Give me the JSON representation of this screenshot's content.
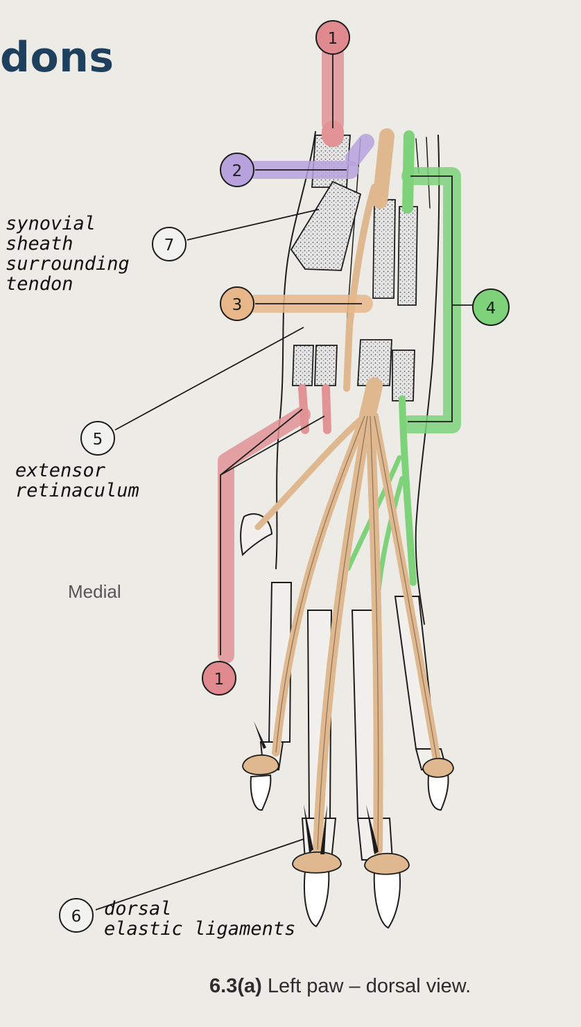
{
  "heading": "dons",
  "annotations": {
    "synovial": "synovial\nsheath\nsurrounding\ntendon",
    "extensor": "extensor\nretinaculum",
    "dorsal": "dorsal\nelastic ligaments"
  },
  "side_label": "Medial",
  "caption": {
    "figure_number": "6.3(a)",
    "text": " Left paw – dorsal view."
  },
  "callouts": {
    "c1_top": "1",
    "c1_bottom": "1",
    "c2": "2",
    "c3": "3",
    "c4": "4",
    "c5": "5",
    "c6": "6",
    "c7": "7"
  },
  "colors": {
    "red": "#e29396",
    "purple": "#b8a2dd",
    "orange": "#e7b78a",
    "green": "#7ed27a",
    "tendon": "#dfb88f",
    "bone_outline": "#1c1c1c",
    "sheath": "#d3d3d3"
  }
}
